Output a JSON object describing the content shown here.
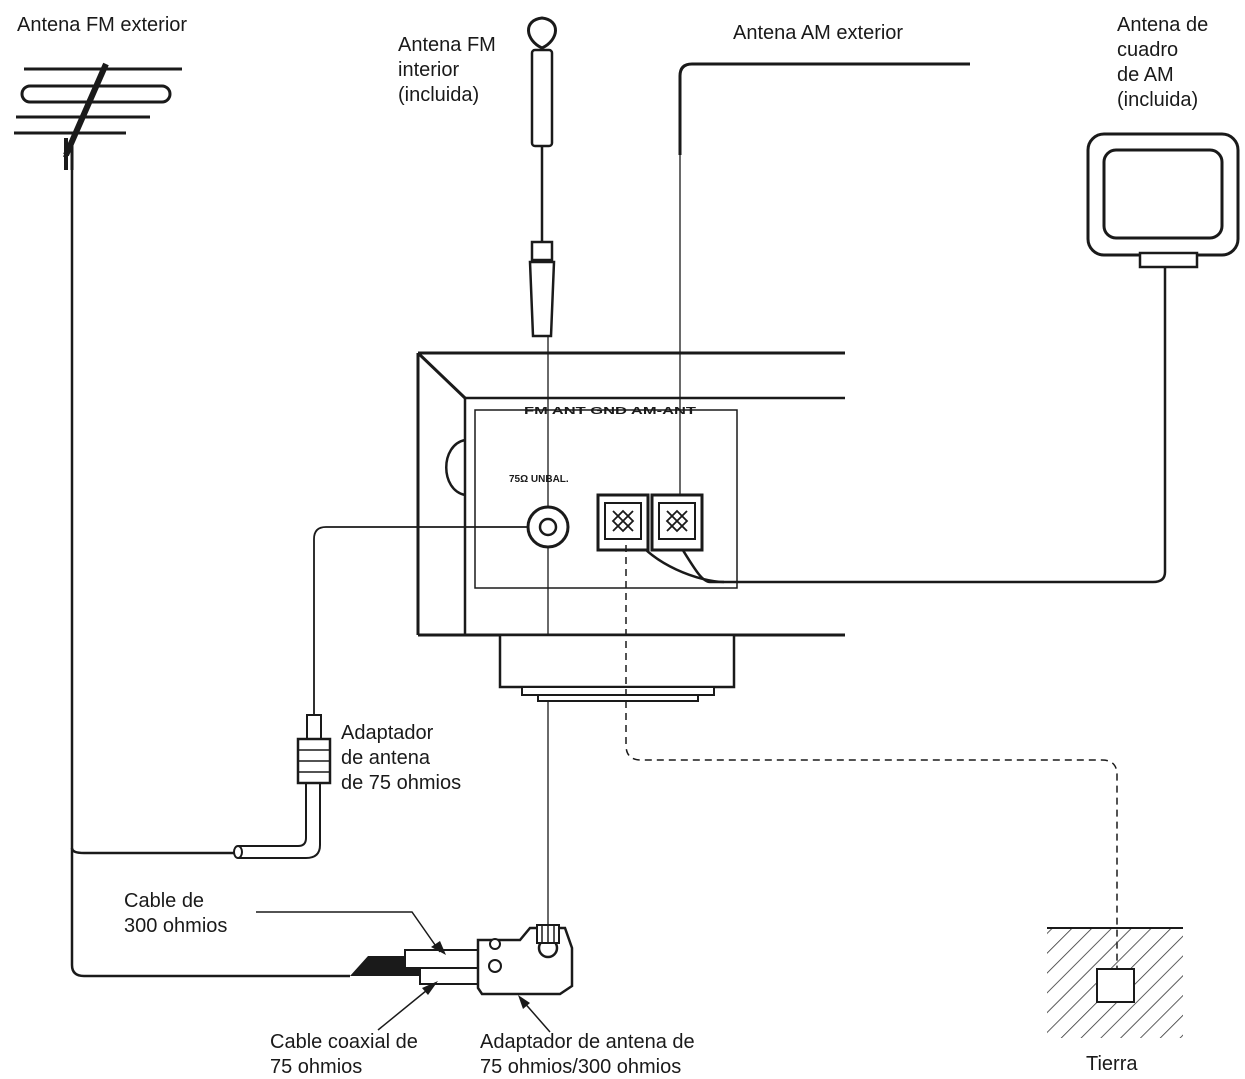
{
  "labels": {
    "fm_outdoor": "Antena FM exterior",
    "fm_indoor": [
      "Antena FM",
      "interior",
      "(incluida)"
    ],
    "am_outdoor": "Antena AM exterior",
    "am_loop": [
      "Antena de",
      "cuadro",
      "de AM",
      "(incluida)"
    ],
    "adapter_75": [
      "Adaptador",
      "de antena",
      "de 75 ohmios"
    ],
    "cable_300": [
      "Cable de",
      "300 ohmios"
    ],
    "cable_coax": [
      "Cable coaxial de",
      "75 ohmios"
    ],
    "adapter_75_300": [
      "Adaptador de antena de",
      "75 ohmios/300 ohmios"
    ],
    "ground": "Tierra"
  },
  "panel": {
    "header": "FM ANT GND AM-ANT",
    "jack_label": "75Ω UNBAL."
  }
}
